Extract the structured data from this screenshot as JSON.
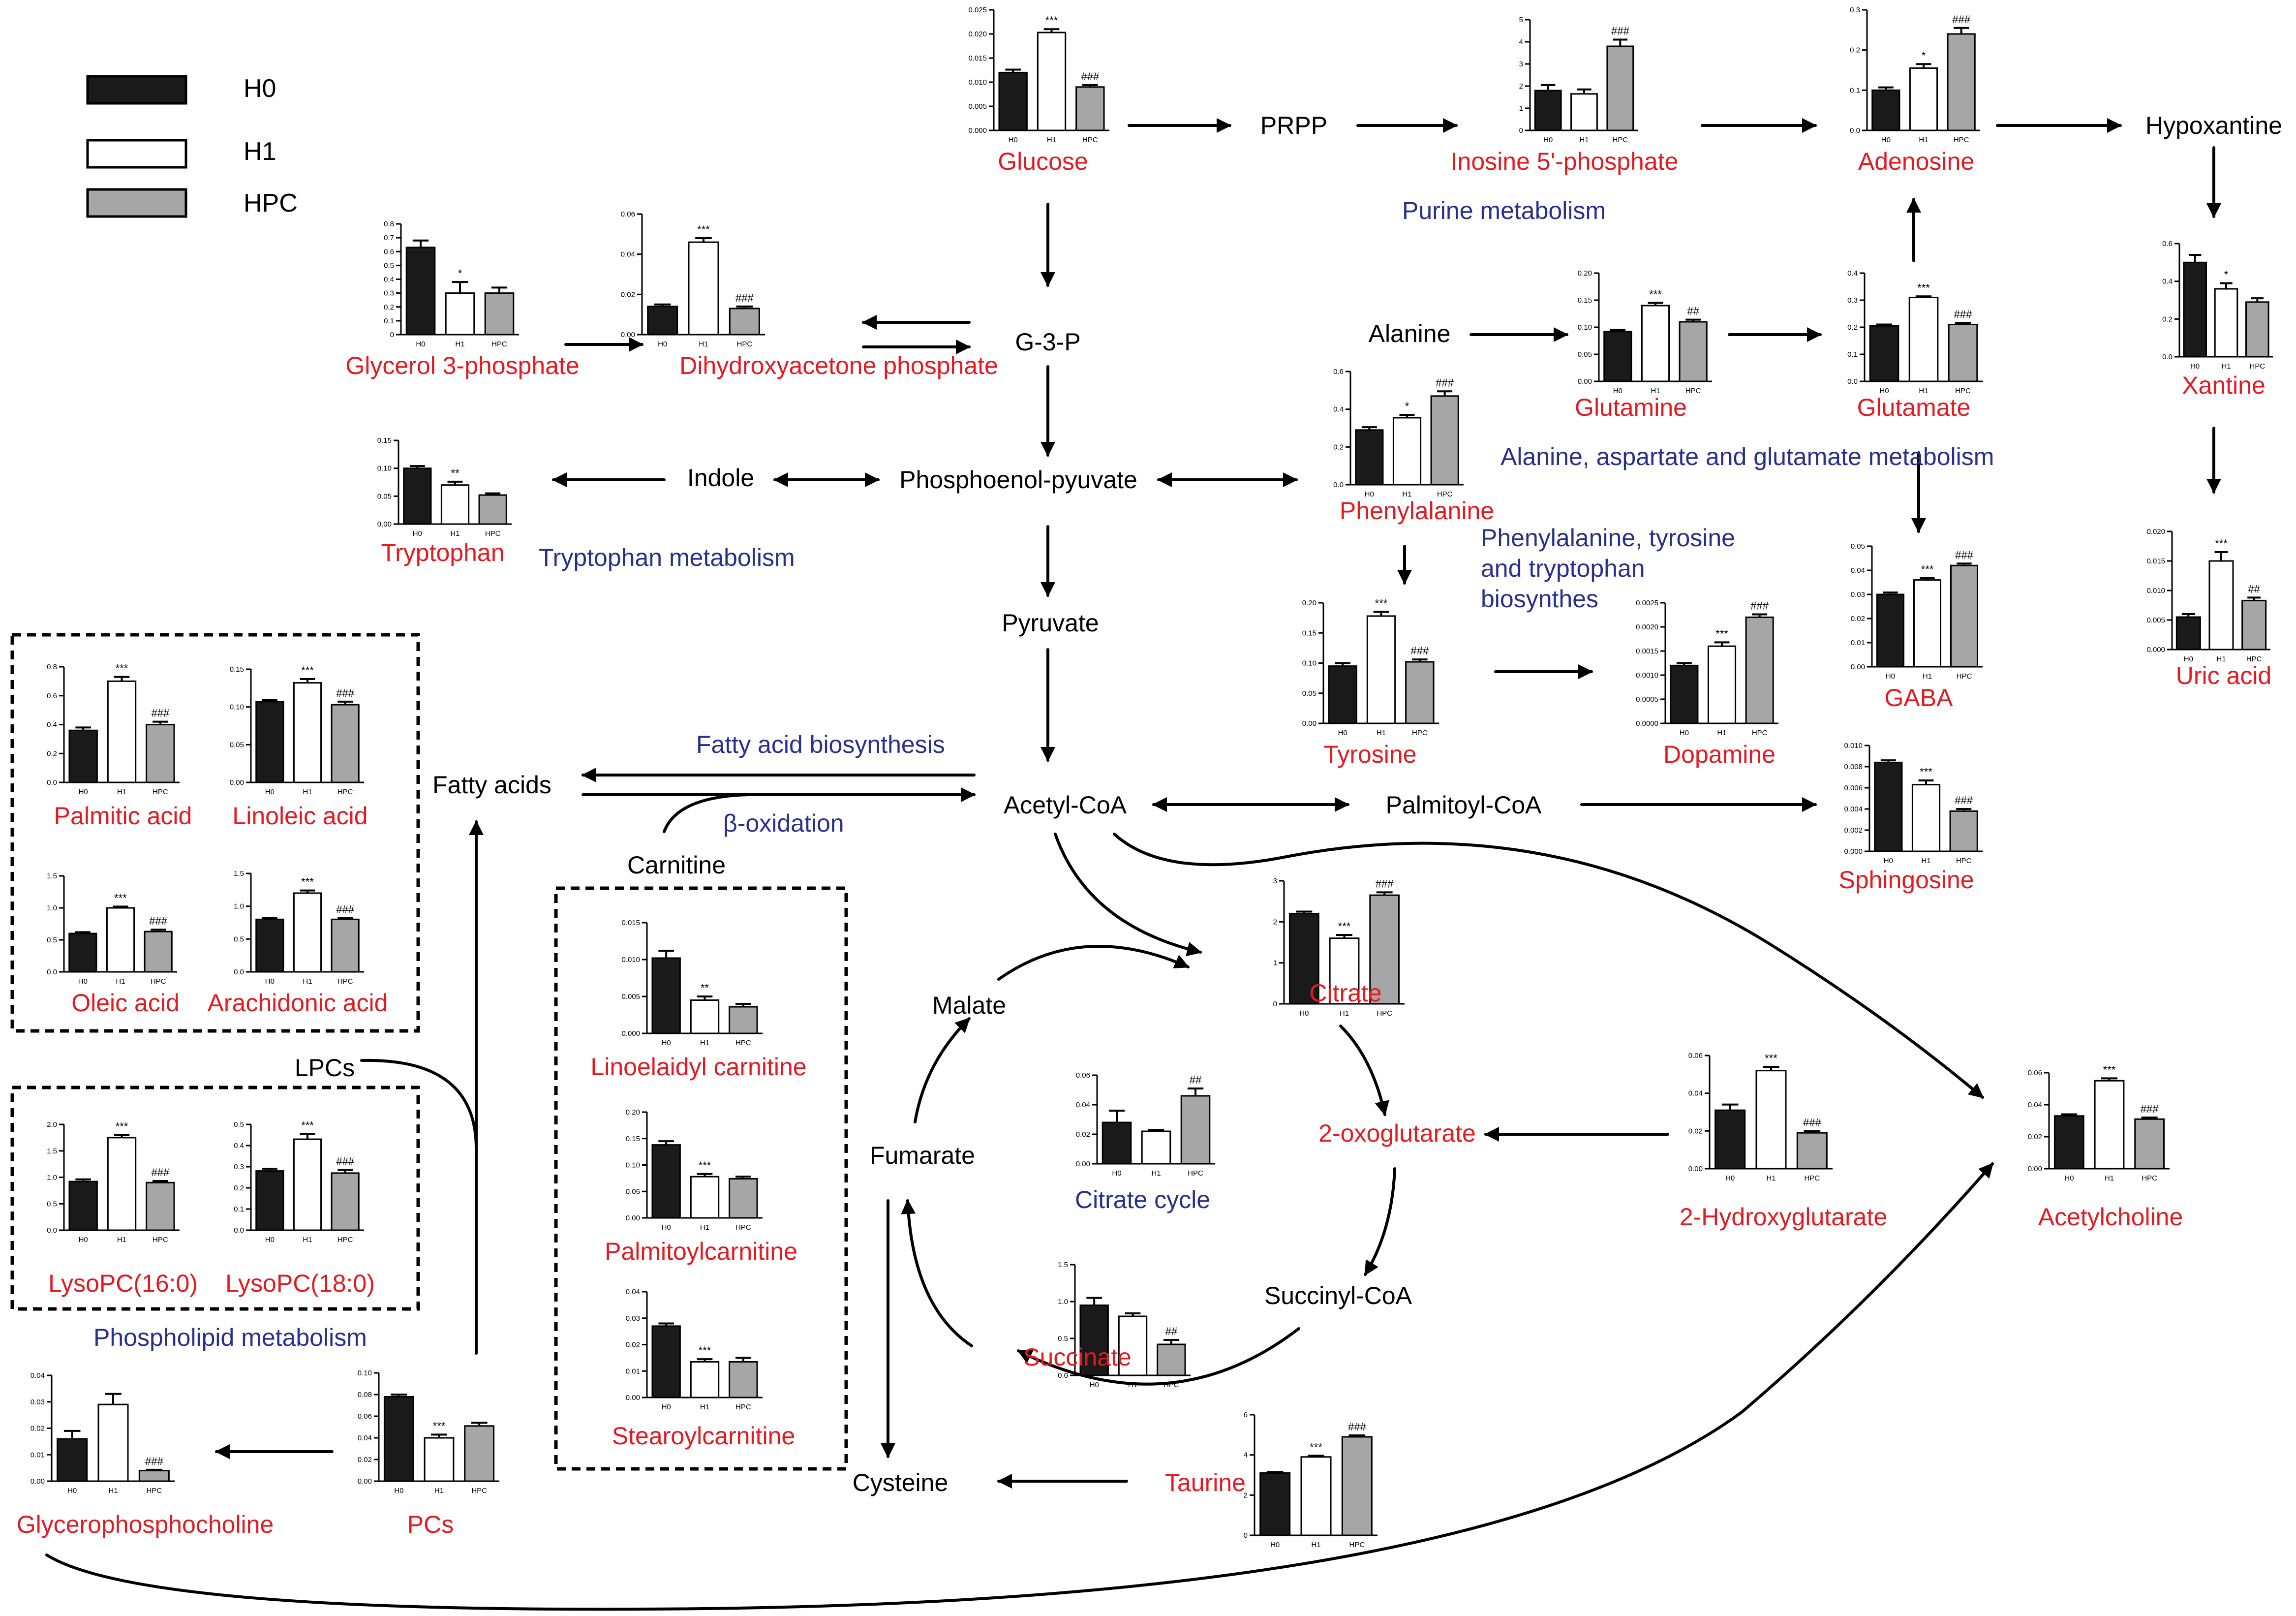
{
  "colors": {
    "h0": "#1a1a1a",
    "h1": "#ffffff",
    "hpc": "#a6a6a6",
    "metabolite": "#e21b23",
    "pathway": "#27318b",
    "node": "#000000"
  },
  "legend": [
    {
      "key": "h0",
      "label": "H0"
    },
    {
      "key": "h1",
      "label": "H1"
    },
    {
      "key": "hpc",
      "label": "HPC"
    }
  ],
  "group_labels": [
    "H0",
    "H1",
    "HPC"
  ],
  "pathways": {
    "purine": "Purine metabolism",
    "alanine": "Alanine, aspartate and glutamate metabolism",
    "tryptophan": "Tryptophan metabolism",
    "phenyl_1": "Phenylalanine, tyrosine",
    "phenyl_2": "and tryptophan",
    "phenyl_3": "biosynthes",
    "fa_bio": "Fatty acid biosynthesis",
    "beta_ox": "β-oxidation",
    "citrate_cycle": "Citrate cycle",
    "phospholipid": "Phospholipid metabolism"
  },
  "nodes": {
    "prpp": "PRPP",
    "hypoxantine": "Hypoxantine",
    "g3p": "G-3-P",
    "alanine": "Alanine",
    "indole": "Indole",
    "pep": "Phosphoenol-pyuvate",
    "pyruvate": "Pyruvate",
    "fatty_acids": "Fatty acids",
    "acetyl_coa": "Acetyl-CoA",
    "palmitoyl_coa": "Palmitoyl-CoA",
    "carnitine": "Carnitine",
    "malate": "Malate",
    "fumarate": "Fumarate",
    "succinyl_coa": "Succinyl-CoA",
    "cysteine": "Cysteine",
    "lpcs": "LPCs"
  },
  "chart_data": [
    {
      "type": "bar",
      "id": "glucose",
      "title": "Glucose",
      "categories": [
        "H0",
        "H1",
        "HPC"
      ],
      "values": [
        0.012,
        0.0203,
        0.009
      ],
      "errors": [
        0.0006,
        0.0007,
        0.0004
      ],
      "ylim": [
        0,
        0.025
      ],
      "yticks": [
        "0.000",
        "0.005",
        "0.010",
        "0.015",
        "0.020",
        "0.025"
      ],
      "marks": [
        "",
        "***",
        "###"
      ]
    },
    {
      "type": "bar",
      "id": "imp",
      "title": "Inosine 5'-phosphate",
      "categories": [
        "H0",
        "H1",
        "HPC"
      ],
      "values": [
        1.8,
        1.65,
        3.8
      ],
      "errors": [
        0.25,
        0.2,
        0.3
      ],
      "ylim": [
        0,
        5
      ],
      "yticks": [
        "0",
        "1",
        "2",
        "3",
        "4",
        "5"
      ],
      "marks": [
        "",
        "",
        "###"
      ]
    },
    {
      "type": "bar",
      "id": "adenosine",
      "title": "Adenosine",
      "categories": [
        "H0",
        "H1",
        "HPC"
      ],
      "values": [
        0.1,
        0.155,
        0.24
      ],
      "errors": [
        0.007,
        0.01,
        0.015
      ],
      "ylim": [
        0,
        0.3
      ],
      "yticks": [
        "0.0",
        "0.1",
        "0.2",
        "0.3"
      ],
      "marks": [
        "",
        "*",
        "###"
      ]
    },
    {
      "type": "bar",
      "id": "g3p_chart",
      "title": "Glycerol 3-phosphate",
      "categories": [
        "H0",
        "H1",
        "HPC"
      ],
      "values": [
        0.63,
        0.3,
        0.3
      ],
      "errors": [
        0.05,
        0.08,
        0.04
      ],
      "ylim": [
        0,
        0.8
      ],
      "yticks": [
        "0",
        "0.1",
        "0.2",
        "0.3",
        "0.4",
        "0.5",
        "0.6",
        "0.7",
        "0.8"
      ],
      "marks": [
        "",
        "*",
        ""
      ]
    },
    {
      "type": "bar",
      "id": "dhap",
      "title": "Dihydroxyacetone phosphate",
      "categories": [
        "H0",
        "H1",
        "HPC"
      ],
      "values": [
        0.014,
        0.046,
        0.013
      ],
      "errors": [
        0.001,
        0.002,
        0.001
      ],
      "ylim": [
        0,
        0.06
      ],
      "yticks": [
        "0.00",
        "0.02",
        "0.04",
        "0.06"
      ],
      "marks": [
        "",
        "***",
        "###"
      ]
    },
    {
      "type": "bar",
      "id": "tryptophan",
      "title": "Tryptophan",
      "categories": [
        "H0",
        "H1",
        "HPC"
      ],
      "values": [
        0.1,
        0.07,
        0.052
      ],
      "errors": [
        0.004,
        0.006,
        0.003
      ],
      "ylim": [
        0,
        0.15
      ],
      "yticks": [
        "0.00",
        "0.05",
        "0.10",
        "0.15"
      ],
      "marks": [
        "",
        "**",
        ""
      ]
    },
    {
      "type": "bar",
      "id": "phenylalanine",
      "title": "Phenylalanine",
      "categories": [
        "H0",
        "H1",
        "HPC"
      ],
      "values": [
        0.29,
        0.355,
        0.47
      ],
      "errors": [
        0.015,
        0.015,
        0.025
      ],
      "ylim": [
        0,
        0.6
      ],
      "yticks": [
        "0.0",
        "0.2",
        "0.4",
        "0.6"
      ],
      "marks": [
        "",
        "*",
        "###"
      ]
    },
    {
      "type": "bar",
      "id": "glutamine",
      "title": "Glutamine",
      "categories": [
        "H0",
        "H1",
        "HPC"
      ],
      "values": [
        0.092,
        0.14,
        0.11
      ],
      "errors": [
        0.003,
        0.005,
        0.004
      ],
      "ylim": [
        0,
        0.2
      ],
      "yticks": [
        "0.00",
        "0.05",
        "0.10",
        "0.15",
        "0.20"
      ],
      "marks": [
        "",
        "***",
        "##"
      ]
    },
    {
      "type": "bar",
      "id": "glutamate",
      "title": "Glutamate",
      "categories": [
        "H0",
        "H1",
        "HPC"
      ],
      "values": [
        0.205,
        0.31,
        0.21
      ],
      "errors": [
        0.005,
        0.004,
        0.006
      ],
      "ylim": [
        0,
        0.4
      ],
      "yticks": [
        "0.0",
        "0.1",
        "0.2",
        "0.3",
        "0.4"
      ],
      "marks": [
        "",
        "***",
        "###"
      ]
    },
    {
      "type": "bar",
      "id": "xantine",
      "title": "Xantine",
      "categories": [
        "H0",
        "H1",
        "HPC"
      ],
      "values": [
        0.5,
        0.36,
        0.29
      ],
      "errors": [
        0.04,
        0.03,
        0.02
      ],
      "ylim": [
        0,
        0.6
      ],
      "yticks": [
        "0.0",
        "0.2",
        "0.4",
        "0.6"
      ],
      "marks": [
        "",
        "*",
        ""
      ]
    },
    {
      "type": "bar",
      "id": "uric_acid",
      "title": "Uric acid",
      "categories": [
        "H0",
        "H1",
        "HPC"
      ],
      "values": [
        0.0055,
        0.015,
        0.0083
      ],
      "errors": [
        0.0005,
        0.0015,
        0.0005
      ],
      "ylim": [
        0,
        0.02
      ],
      "yticks": [
        "0.000",
        "0.005",
        "0.010",
        "0.015",
        "0.020"
      ],
      "marks": [
        "",
        "***",
        "##"
      ]
    },
    {
      "type": "bar",
      "id": "gaba",
      "title": "GABA",
      "categories": [
        "H0",
        "H1",
        "HPC"
      ],
      "values": [
        0.03,
        0.036,
        0.042
      ],
      "errors": [
        0.0008,
        0.0008,
        0.0008
      ],
      "ylim": [
        0,
        0.05
      ],
      "yticks": [
        "0.00",
        "0.01",
        "0.02",
        "0.03",
        "0.04",
        "0.05"
      ],
      "marks": [
        "",
        "***",
        "###"
      ]
    },
    {
      "type": "bar",
      "id": "tyrosine",
      "title": "Tyrosine",
      "categories": [
        "H0",
        "H1",
        "HPC"
      ],
      "values": [
        0.095,
        0.178,
        0.102
      ],
      "errors": [
        0.005,
        0.007,
        0.004
      ],
      "ylim": [
        0,
        0.2
      ],
      "yticks": [
        "0.00",
        "0.05",
        "0.10",
        "0.15",
        "0.20"
      ],
      "marks": [
        "",
        "***",
        "###"
      ]
    },
    {
      "type": "bar",
      "id": "dopamine",
      "title": "Dopamine",
      "categories": [
        "H0",
        "H1",
        "HPC"
      ],
      "values": [
        0.0012,
        0.0016,
        0.0022
      ],
      "errors": [
        5e-05,
        8e-05,
        6e-05
      ],
      "ylim": [
        0,
        0.0025
      ],
      "yticks": [
        "0.0000",
        "0.0005",
        "0.0010",
        "0.0015",
        "0.0020",
        "0.0025"
      ],
      "marks": [
        "",
        "***",
        "###"
      ]
    },
    {
      "type": "bar",
      "id": "sphingosine",
      "title": "Sphingosine",
      "categories": [
        "H0",
        "H1",
        "HPC"
      ],
      "values": [
        0.0084,
        0.0063,
        0.0038
      ],
      "errors": [
        0.0002,
        0.0004,
        0.0002
      ],
      "ylim": [
        0,
        0.01
      ],
      "yticks": [
        "0.000",
        "0.002",
        "0.004",
        "0.006",
        "0.008",
        "0.010"
      ],
      "marks": [
        "",
        "***",
        "###"
      ]
    },
    {
      "type": "bar",
      "id": "palmitic",
      "title": "Palmitic acid",
      "categories": [
        "H0",
        "H1",
        "HPC"
      ],
      "values": [
        0.36,
        0.7,
        0.4
      ],
      "errors": [
        0.02,
        0.03,
        0.02
      ],
      "ylim": [
        0,
        0.8
      ],
      "yticks": [
        "0.0",
        "0.2",
        "0.4",
        "0.6",
        "0.8"
      ],
      "marks": [
        "",
        "***",
        "###"
      ]
    },
    {
      "type": "bar",
      "id": "linoleic",
      "title": "Linoleic acid",
      "categories": [
        "H0",
        "H1",
        "HPC"
      ],
      "values": [
        0.107,
        0.132,
        0.103
      ],
      "errors": [
        0.002,
        0.005,
        0.004
      ],
      "ylim": [
        0,
        0.15
      ],
      "yticks": [
        "0.00",
        "0.05",
        "0.10",
        "0.15"
      ],
      "marks": [
        "",
        "***",
        "###"
      ]
    },
    {
      "type": "bar",
      "id": "oleic",
      "title": "Oleic acid",
      "categories": [
        "H0",
        "H1",
        "HPC"
      ],
      "values": [
        0.6,
        1.0,
        0.63
      ],
      "errors": [
        0.02,
        0.02,
        0.03
      ],
      "ylim": [
        0,
        1.5
      ],
      "yticks": [
        "0.0",
        "0.5",
        "1.0",
        "1.5"
      ],
      "marks": [
        "",
        "***",
        "###"
      ]
    },
    {
      "type": "bar",
      "id": "arachidonic",
      "title": "Arachidonic acid",
      "categories": [
        "H0",
        "H1",
        "HPC"
      ],
      "values": [
        0.8,
        1.2,
        0.8
      ],
      "errors": [
        0.02,
        0.04,
        0.02
      ],
      "ylim": [
        0,
        1.5
      ],
      "yticks": [
        "0.0",
        "0.5",
        "1.0",
        "1.5"
      ],
      "marks": [
        "",
        "***",
        "###"
      ]
    },
    {
      "type": "bar",
      "id": "lysopc16",
      "title": "LysoPC(16:0)",
      "categories": [
        "H0",
        "H1",
        "HPC"
      ],
      "values": [
        0.92,
        1.75,
        0.9
      ],
      "errors": [
        0.04,
        0.05,
        0.03
      ],
      "ylim": [
        0,
        2.0
      ],
      "yticks": [
        "0.0",
        "0.5",
        "1.0",
        "1.5",
        "2.0"
      ],
      "marks": [
        "",
        "***",
        "###"
      ]
    },
    {
      "type": "bar",
      "id": "lysopc18",
      "title": "LysoPC(18:0)",
      "categories": [
        "H0",
        "H1",
        "HPC"
      ],
      "values": [
        0.28,
        0.43,
        0.27
      ],
      "errors": [
        0.01,
        0.025,
        0.015
      ],
      "ylim": [
        0,
        0.5
      ],
      "yticks": [
        "0.0",
        "0.1",
        "0.2",
        "0.3",
        "0.4",
        "0.5"
      ],
      "marks": [
        "",
        "***",
        "###"
      ]
    },
    {
      "type": "bar",
      "id": "linoelaidyl",
      "title": "Linoelaidyl carnitine",
      "categories": [
        "H0",
        "H1",
        "HPC"
      ],
      "values": [
        0.0102,
        0.0045,
        0.0036
      ],
      "errors": [
        0.001,
        0.0005,
        0.0004
      ],
      "ylim": [
        0,
        0.015
      ],
      "yticks": [
        "0.000",
        "0.005",
        "0.010",
        "0.015"
      ],
      "marks": [
        "",
        "**",
        ""
      ]
    },
    {
      "type": "bar",
      "id": "palmitoylcarnitine",
      "title": "Palmitoylcarnitine",
      "categories": [
        "H0",
        "H1",
        "HPC"
      ],
      "values": [
        0.138,
        0.078,
        0.074
      ],
      "errors": [
        0.007,
        0.005,
        0.004
      ],
      "ylim": [
        0,
        0.2
      ],
      "yticks": [
        "0.00",
        "0.05",
        "0.10",
        "0.15",
        "0.20"
      ],
      "marks": [
        "",
        "***",
        ""
      ]
    },
    {
      "type": "bar",
      "id": "stearoylcarnitine",
      "title": "Stearoylcarnitine",
      "categories": [
        "H0",
        "H1",
        "HPC"
      ],
      "values": [
        0.027,
        0.0135,
        0.0135
      ],
      "errors": [
        0.001,
        0.001,
        0.0015
      ],
      "ylim": [
        0,
        0.04
      ],
      "yticks": [
        "0.00",
        "0.01",
        "0.02",
        "0.03",
        "0.04"
      ],
      "marks": [
        "",
        "***",
        ""
      ]
    },
    {
      "type": "bar",
      "id": "citrate",
      "title": "Citrate",
      "categories": [
        "H0",
        "H1",
        "HPC"
      ],
      "values": [
        2.2,
        1.6,
        2.65
      ],
      "errors": [
        0.05,
        0.08,
        0.07
      ],
      "ylim": [
        0,
        3
      ],
      "yticks": [
        "0",
        "1",
        "2",
        "3"
      ],
      "marks": [
        "",
        "***",
        "###"
      ]
    },
    {
      "type": "bar",
      "id": "oxoglutarate",
      "title": "2-oxoglutarate",
      "categories": [
        "H0",
        "H1",
        "HPC"
      ],
      "values": [
        0.028,
        0.022,
        0.046
      ],
      "errors": [
        0.008,
        0.001,
        0.005
      ],
      "ylim": [
        0,
        0.06
      ],
      "yticks": [
        "0.00",
        "0.02",
        "0.04",
        "0.06"
      ],
      "marks": [
        "",
        "",
        "##"
      ]
    },
    {
      "type": "bar",
      "id": "succinate",
      "title": "Succinate",
      "categories": [
        "H0",
        "H1",
        "HPC"
      ],
      "values": [
        0.95,
        0.8,
        0.42
      ],
      "errors": [
        0.1,
        0.04,
        0.06
      ],
      "ylim": [
        0,
        1.5
      ],
      "yticks": [
        "0.0",
        "0.5",
        "1.0",
        "1.5"
      ],
      "marks": [
        "",
        "",
        "##"
      ]
    },
    {
      "type": "bar",
      "id": "taurine",
      "title": "Taurine",
      "categories": [
        "H0",
        "H1",
        "HPC"
      ],
      "values": [
        3.1,
        3.9,
        4.9
      ],
      "errors": [
        0.05,
        0.06,
        0.07
      ],
      "ylim": [
        0,
        6
      ],
      "yticks": [
        "0",
        "2",
        "4",
        "6"
      ],
      "marks": [
        "",
        "***",
        "###"
      ]
    },
    {
      "type": "bar",
      "id": "hydroxyglutarate",
      "title": "2-Hydroxyglutarate",
      "categories": [
        "H0",
        "H1",
        "HPC"
      ],
      "values": [
        0.031,
        0.052,
        0.019
      ],
      "errors": [
        0.003,
        0.002,
        0.001
      ],
      "ylim": [
        0,
        0.06
      ],
      "yticks": [
        "0.00",
        "0.02",
        "0.04",
        "0.06"
      ],
      "marks": [
        "",
        "***",
        "###"
      ]
    },
    {
      "type": "bar",
      "id": "acetylcholine",
      "title": "Acetylcholine",
      "categories": [
        "H0",
        "H1",
        "HPC"
      ],
      "values": [
        0.033,
        0.055,
        0.031
      ],
      "errors": [
        0.001,
        0.0015,
        0.001
      ],
      "ylim": [
        0,
        0.06
      ],
      "yticks": [
        "0.00",
        "0.02",
        "0.04",
        "0.06"
      ],
      "marks": [
        "",
        "***",
        "###"
      ]
    },
    {
      "type": "bar",
      "id": "gpc",
      "title": "Glycerophosphocholine",
      "categories": [
        "H0",
        "H1",
        "HPC"
      ],
      "values": [
        0.016,
        0.029,
        0.004
      ],
      "errors": [
        0.003,
        0.004,
        0.0003
      ],
      "ylim": [
        0,
        0.04
      ],
      "yticks": [
        "0.00",
        "0.01",
        "0.02",
        "0.03",
        "0.04"
      ],
      "marks": [
        "",
        "",
        "###"
      ]
    },
    {
      "type": "bar",
      "id": "pcs",
      "title": "PCs",
      "categories": [
        "H0",
        "H1",
        "HPC"
      ],
      "values": [
        0.078,
        0.04,
        0.051
      ],
      "errors": [
        0.002,
        0.003,
        0.003
      ],
      "ylim": [
        0,
        0.1
      ],
      "yticks": [
        "0.00",
        "0.02",
        "0.04",
        "0.06",
        "0.08",
        "0.10"
      ],
      "marks": [
        "",
        "***",
        ""
      ]
    }
  ]
}
